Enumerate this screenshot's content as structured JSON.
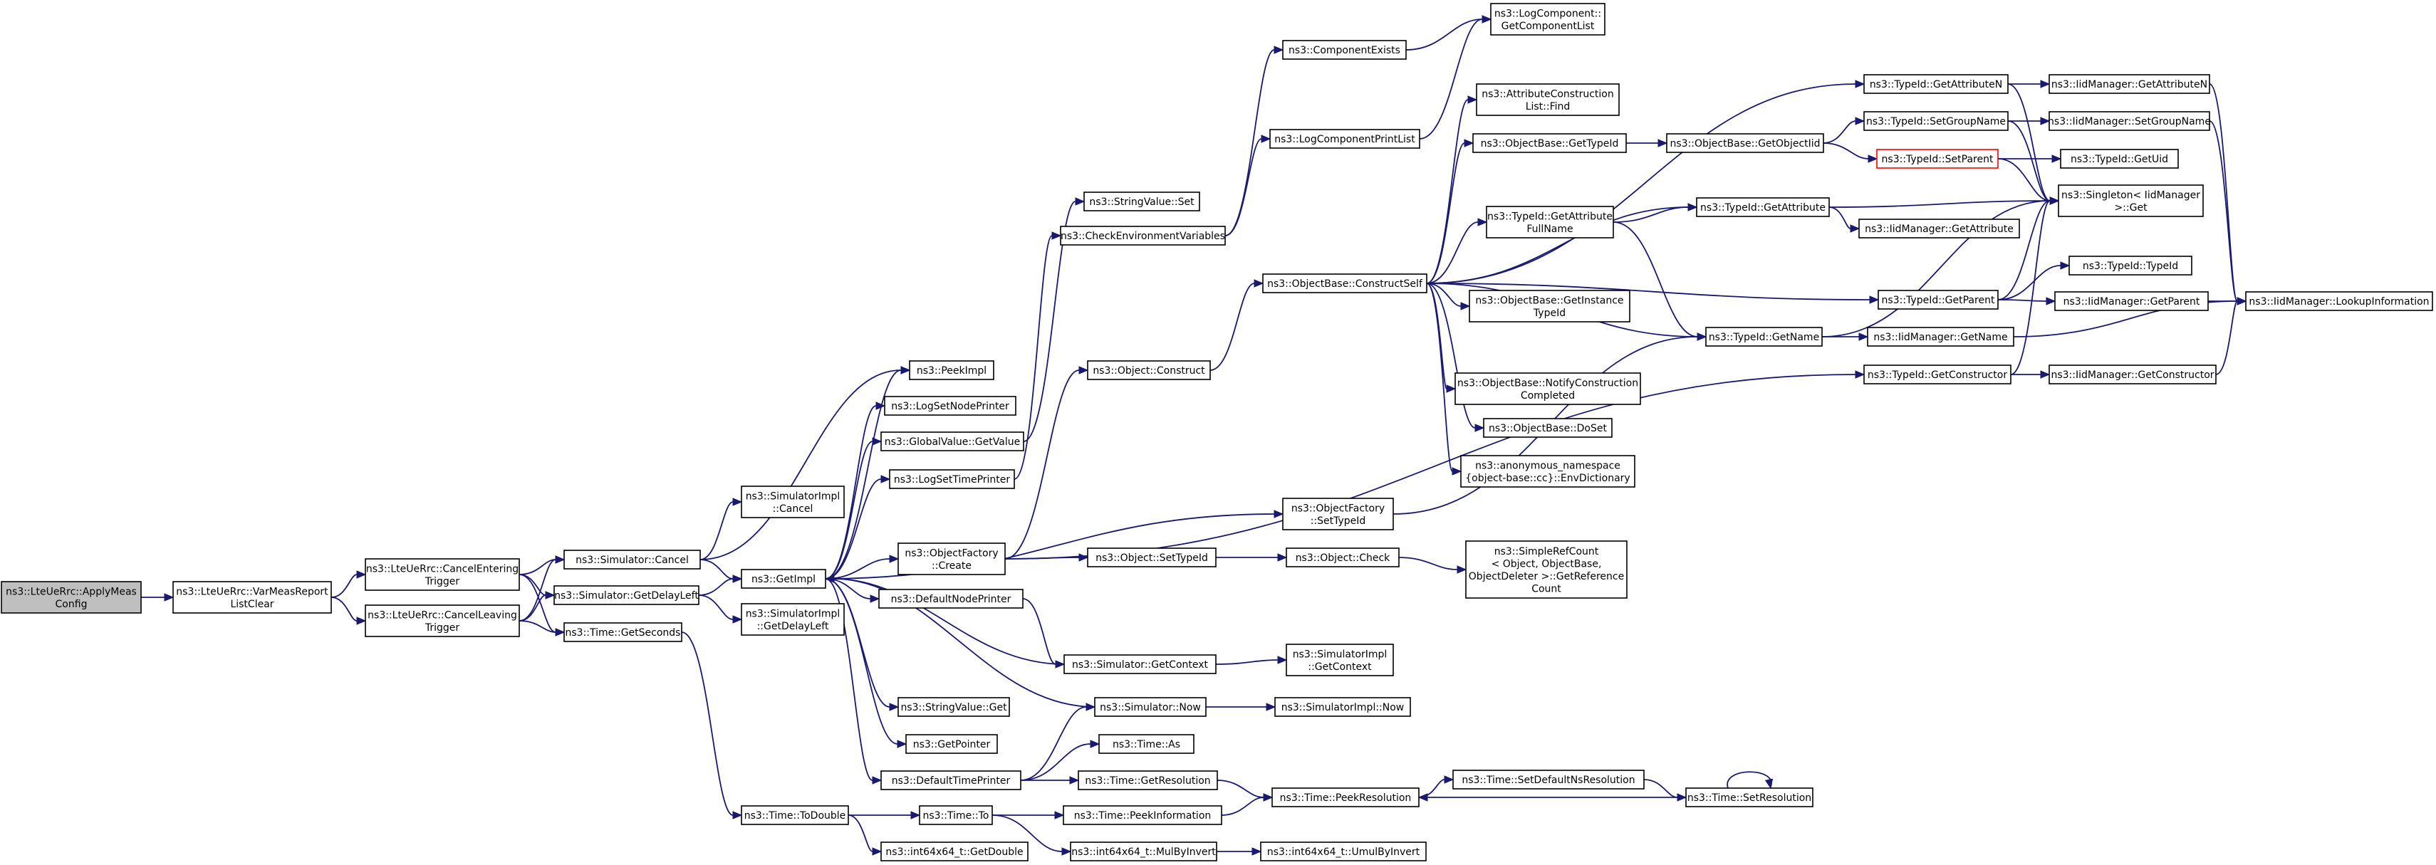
{
  "graph": {
    "nodes": [
      {
        "id": "applyMeas",
        "lines": [
          "ns3::LteUeRrc::ApplyMeas",
          "Config"
        ],
        "style": "root"
      },
      {
        "id": "varMeasReport",
        "lines": [
          "ns3::LteUeRrc::VarMeasReport",
          "ListClear"
        ]
      },
      {
        "id": "cancelEntering",
        "lines": [
          "ns3::LteUeRrc::CancelEntering",
          "Trigger"
        ]
      },
      {
        "id": "cancelLeaving",
        "lines": [
          "ns3::LteUeRrc::CancelLeaving",
          "Trigger"
        ]
      },
      {
        "id": "simCancel",
        "lines": [
          "ns3::Simulator::Cancel"
        ]
      },
      {
        "id": "simGetDelayLeft",
        "lines": [
          "ns3::Simulator::GetDelayLeft"
        ]
      },
      {
        "id": "timeGetSeconds",
        "lines": [
          "ns3::Time::GetSeconds"
        ]
      },
      {
        "id": "simImplCancel",
        "lines": [
          "ns3::SimulatorImpl",
          "::Cancel"
        ]
      },
      {
        "id": "getImpl",
        "lines": [
          "ns3::GetImpl"
        ]
      },
      {
        "id": "simImplGetDelayLeft",
        "lines": [
          "ns3::SimulatorImpl",
          "::GetDelayLeft"
        ]
      },
      {
        "id": "timeToDouble",
        "lines": [
          "ns3::Time::ToDouble"
        ]
      },
      {
        "id": "peekImpl",
        "lines": [
          "ns3::PeekImpl"
        ]
      },
      {
        "id": "logSetNodePrinter",
        "lines": [
          "ns3::LogSetNodePrinter"
        ]
      },
      {
        "id": "globalValueGetValue",
        "lines": [
          "ns3::GlobalValue::GetValue"
        ]
      },
      {
        "id": "logSetTimePrinter",
        "lines": [
          "ns3::LogSetTimePrinter"
        ]
      },
      {
        "id": "objectFactoryCreate",
        "lines": [
          "ns3::ObjectFactory",
          "::Create"
        ]
      },
      {
        "id": "defaultNodePrinter",
        "lines": [
          "ns3::DefaultNodePrinter"
        ]
      },
      {
        "id": "stringValueGet",
        "lines": [
          "ns3::StringValue::Get"
        ]
      },
      {
        "id": "getPointer",
        "lines": [
          "ns3::GetPointer"
        ]
      },
      {
        "id": "defaultTimePrinter",
        "lines": [
          "ns3::DefaultTimePrinter"
        ]
      },
      {
        "id": "timeTo",
        "lines": [
          "ns3::Time::To"
        ]
      },
      {
        "id": "int64GetDouble",
        "lines": [
          "ns3::int64x64_t::GetDouble"
        ]
      },
      {
        "id": "stringValueSet",
        "lines": [
          "ns3::StringValue::Set"
        ]
      },
      {
        "id": "checkEnvVars",
        "lines": [
          "ns3::CheckEnvironmentVariables"
        ]
      },
      {
        "id": "objectConstruct",
        "lines": [
          "ns3::Object::Construct"
        ]
      },
      {
        "id": "objectSetTypeId",
        "lines": [
          "ns3::Object::SetTypeId"
        ]
      },
      {
        "id": "simGetContext",
        "lines": [
          "ns3::Simulator::GetContext"
        ]
      },
      {
        "id": "simNow",
        "lines": [
          "ns3::Simulator::Now"
        ]
      },
      {
        "id": "timeAs",
        "lines": [
          "ns3::Time::As"
        ]
      },
      {
        "id": "timeGetResolution",
        "lines": [
          "ns3::Time::GetResolution"
        ]
      },
      {
        "id": "timePeekInformation",
        "lines": [
          "ns3::Time::PeekInformation"
        ]
      },
      {
        "id": "int64MulByInvert",
        "lines": [
          "ns3::int64x64_t::MulByInvert"
        ]
      },
      {
        "id": "componentExists",
        "lines": [
          "ns3::ComponentExists"
        ]
      },
      {
        "id": "logComponentPrintList",
        "lines": [
          "ns3::LogComponentPrintList"
        ]
      },
      {
        "id": "objectBaseConstructSelf",
        "lines": [
          "ns3::ObjectBase::ConstructSelf"
        ]
      },
      {
        "id": "objectFactorySetTypeId",
        "lines": [
          "ns3::ObjectFactory",
          "::SetTypeId"
        ]
      },
      {
        "id": "objectCheck",
        "lines": [
          "ns3::Object::Check"
        ]
      },
      {
        "id": "simImplGetContext",
        "lines": [
          "ns3::SimulatorImpl",
          "::GetContext"
        ]
      },
      {
        "id": "simImplNow",
        "lines": [
          "ns3::SimulatorImpl::Now"
        ]
      },
      {
        "id": "timePeekResolution",
        "lines": [
          "ns3::Time::PeekResolution"
        ]
      },
      {
        "id": "int64UmulByInvert",
        "lines": [
          "ns3::int64x64_t::UmulByInvert"
        ]
      },
      {
        "id": "logComponentGetList",
        "lines": [
          "ns3::LogComponent::",
          "GetComponentList"
        ]
      },
      {
        "id": "attrConstructionFind",
        "lines": [
          "ns3::AttributeConstruction",
          "List::Find"
        ]
      },
      {
        "id": "objectBaseGetTypeId",
        "lines": [
          "ns3::ObjectBase::GetTypeId"
        ]
      },
      {
        "id": "typeIdGetAttributeFullName",
        "lines": [
          "ns3::TypeId::GetAttribute",
          "FullName"
        ]
      },
      {
        "id": "objectBaseGetInstanceTypeId",
        "lines": [
          "ns3::ObjectBase::GetInstance",
          "TypeId"
        ]
      },
      {
        "id": "objectBaseNotifyConstructionCompleted",
        "lines": [
          "ns3::ObjectBase::NotifyConstruction",
          "Completed"
        ]
      },
      {
        "id": "objectBaseDoSet",
        "lines": [
          "ns3::ObjectBase::DoSet"
        ]
      },
      {
        "id": "envDictionary",
        "lines": [
          "ns3::anonymous_namespace",
          "{object-base::cc}::EnvDictionary"
        ]
      },
      {
        "id": "simpleRefCountGetRefCount",
        "lines": [
          "ns3::SimpleRefCount",
          "< Object, ObjectBase,",
          "ObjectDeleter >::GetReference",
          "Count"
        ]
      },
      {
        "id": "timeSetDefaultNsResolution",
        "lines": [
          "ns3::Time::SetDefaultNsResolution"
        ]
      },
      {
        "id": "objectBaseGetObjectIid",
        "lines": [
          "ns3::ObjectBase::GetObjectIid"
        ]
      },
      {
        "id": "typeIdGetAttribute",
        "lines": [
          "ns3::TypeId::GetAttribute"
        ]
      },
      {
        "id": "typeIdGetName",
        "lines": [
          "ns3::TypeId::GetName"
        ]
      },
      {
        "id": "timeSetResolution",
        "lines": [
          "ns3::Time::SetResolution"
        ]
      },
      {
        "id": "typeIdGetAttributeN",
        "lines": [
          "ns3::TypeId::GetAttributeN"
        ]
      },
      {
        "id": "typeIdSetGroupName",
        "lines": [
          "ns3::TypeId::SetGroupName"
        ]
      },
      {
        "id": "typeIdSetParent",
        "lines": [
          "ns3::TypeId::SetParent"
        ],
        "style": "red"
      },
      {
        "id": "typeIdGetParent",
        "lines": [
          "ns3::TypeId::GetParent"
        ]
      },
      {
        "id": "typeIdGetConstructor",
        "lines": [
          "ns3::TypeId::GetConstructor"
        ]
      },
      {
        "id": "iidManagerGetAttribute",
        "lines": [
          "ns3::IidManager::GetAttribute"
        ]
      },
      {
        "id": "iidManagerGetName",
        "lines": [
          "ns3::IidManager::GetName"
        ]
      },
      {
        "id": "iidManagerGetAttributeN",
        "lines": [
          "ns3::IidManager::GetAttributeN"
        ]
      },
      {
        "id": "iidManagerSetGroupName",
        "lines": [
          "ns3::IidManager::SetGroupName"
        ]
      },
      {
        "id": "typeIdGetUid",
        "lines": [
          "ns3::TypeId::GetUid"
        ]
      },
      {
        "id": "singletonGet",
        "lines": [
          "ns3::Singleton< IidManager",
          ">::Get"
        ]
      },
      {
        "id": "typeIdTypeId",
        "lines": [
          "ns3::TypeId::TypeId"
        ]
      },
      {
        "id": "iidManagerGetParent",
        "lines": [
          "ns3::IidManager::GetParent"
        ]
      },
      {
        "id": "iidManagerGetConstructor",
        "lines": [
          "ns3::IidManager::GetConstructor"
        ]
      },
      {
        "id": "iidManagerLookupInformation",
        "lines": [
          "ns3::IidManager::LookupInformation"
        ]
      }
    ],
    "edges": [
      [
        "applyMeas",
        "varMeasReport"
      ],
      [
        "varMeasReport",
        "cancelEntering"
      ],
      [
        "varMeasReport",
        "cancelLeaving"
      ],
      [
        "cancelEntering",
        "simCancel"
      ],
      [
        "cancelEntering",
        "simGetDelayLeft"
      ],
      [
        "cancelEntering",
        "timeGetSeconds"
      ],
      [
        "cancelLeaving",
        "simCancel"
      ],
      [
        "cancelLeaving",
        "simGetDelayLeft"
      ],
      [
        "cancelLeaving",
        "timeGetSeconds"
      ],
      [
        "simCancel",
        "simImplCancel"
      ],
      [
        "simCancel",
        "getImpl"
      ],
      [
        "simCancel",
        "peekImpl"
      ],
      [
        "simGetDelayLeft",
        "getImpl"
      ],
      [
        "simGetDelayLeft",
        "simImplGetDelayLeft"
      ],
      [
        "timeGetSeconds",
        "timeToDouble"
      ],
      [
        "getImpl",
        "peekImpl"
      ],
      [
        "getImpl",
        "logSetNodePrinter"
      ],
      [
        "getImpl",
        "globalValueGetValue"
      ],
      [
        "getImpl",
        "logSetTimePrinter"
      ],
      [
        "getImpl",
        "objectFactoryCreate"
      ],
      [
        "getImpl",
        "defaultNodePrinter"
      ],
      [
        "getImpl",
        "stringValueGet"
      ],
      [
        "getImpl",
        "getPointer"
      ],
      [
        "getImpl",
        "defaultTimePrinter"
      ],
      [
        "getImpl",
        "objectFactorySetTypeId"
      ],
      [
        "globalValueGetValue",
        "stringValueSet"
      ],
      [
        "logSetTimePrinter",
        "checkEnvVars"
      ],
      [
        "objectFactoryCreate",
        "objectConstruct"
      ],
      [
        "objectFactoryCreate",
        "objectSetTypeId"
      ],
      [
        "objectFactoryCreate",
        "typeIdGetConstructor"
      ],
      [
        "defaultNodePrinter",
        "simGetContext"
      ],
      [
        "defaultTimePrinter",
        "simNow"
      ],
      [
        "defaultTimePrinter",
        "timeAs"
      ],
      [
        "defaultTimePrinter",
        "timeGetResolution"
      ],
      [
        "simGetContext",
        "getImpl"
      ],
      [
        "simGetContext",
        "simImplGetContext"
      ],
      [
        "simNow",
        "getImpl"
      ],
      [
        "simNow",
        "simImplNow"
      ],
      [
        "timeToDouble",
        "timeTo"
      ],
      [
        "timeToDouble",
        "int64GetDouble"
      ],
      [
        "timeTo",
        "timePeekInformation"
      ],
      [
        "timeTo",
        "int64MulByInvert"
      ],
      [
        "timeGetResolution",
        "timePeekResolution"
      ],
      [
        "timePeekInformation",
        "timePeekResolution"
      ],
      [
        "int64MulByInvert",
        "int64UmulByInvert"
      ],
      [
        "checkEnvVars",
        "componentExists"
      ],
      [
        "checkEnvVars",
        "logComponentPrintList"
      ],
      [
        "componentExists",
        "logComponentGetList"
      ],
      [
        "logComponentPrintList",
        "logComponentGetList"
      ],
      [
        "objectConstruct",
        "objectBaseConstructSelf"
      ],
      [
        "objectSetTypeId",
        "objectCheck"
      ],
      [
        "objectCheck",
        "simpleRefCountGetRefCount"
      ],
      [
        "objectFactorySetTypeId",
        "typeIdGetName"
      ],
      [
        "objectBaseConstructSelf",
        "attrConstructionFind"
      ],
      [
        "objectBaseConstructSelf",
        "objectBaseGetTypeId"
      ],
      [
        "objectBaseConstructSelf",
        "typeIdGetAttributeFullName"
      ],
      [
        "objectBaseConstructSelf",
        "objectBaseGetInstanceTypeId"
      ],
      [
        "objectBaseConstructSelf",
        "objectBaseNotifyConstructionCompleted"
      ],
      [
        "objectBaseConstructSelf",
        "objectBaseDoSet"
      ],
      [
        "objectBaseConstructSelf",
        "envDictionary"
      ],
      [
        "objectBaseConstructSelf",
        "typeIdGetAttribute"
      ],
      [
        "objectBaseConstructSelf",
        "typeIdGetName"
      ],
      [
        "objectBaseConstructSelf",
        "typeIdGetAttributeN"
      ],
      [
        "objectBaseConstructSelf",
        "typeIdGetParent"
      ],
      [
        "objectBaseGetTypeId",
        "objectBaseGetObjectIid"
      ],
      [
        "objectBaseGetObjectIid",
        "typeIdSetGroupName"
      ],
      [
        "objectBaseGetObjectIid",
        "typeIdSetParent"
      ],
      [
        "typeIdGetAttributeFullName",
        "typeIdGetAttribute"
      ],
      [
        "typeIdGetAttributeFullName",
        "typeIdGetName"
      ],
      [
        "typeIdGetAttribute",
        "iidManagerGetAttribute"
      ],
      [
        "typeIdGetAttribute",
        "singletonGet"
      ],
      [
        "typeIdGetName",
        "iidManagerGetName"
      ],
      [
        "typeIdGetName",
        "singletonGet"
      ],
      [
        "typeIdGetAttributeN",
        "iidManagerGetAttributeN"
      ],
      [
        "typeIdGetAttributeN",
        "singletonGet"
      ],
      [
        "typeIdSetGroupName",
        "iidManagerSetGroupName"
      ],
      [
        "typeIdSetGroupName",
        "singletonGet"
      ],
      [
        "typeIdSetParent",
        "typeIdGetUid"
      ],
      [
        "typeIdSetParent",
        "singletonGet"
      ],
      [
        "typeIdGetParent",
        "typeIdTypeId"
      ],
      [
        "typeIdGetParent",
        "iidManagerGetParent"
      ],
      [
        "typeIdGetParent",
        "singletonGet"
      ],
      [
        "typeIdGetConstructor",
        "iidManagerGetConstructor"
      ],
      [
        "typeIdGetConstructor",
        "singletonGet"
      ],
      [
        "iidManagerGetName",
        "iidManagerLookupInformation"
      ],
      [
        "iidManagerGetAttributeN",
        "iidManagerLookupInformation"
      ],
      [
        "iidManagerSetGroupName",
        "iidManagerLookupInformation"
      ],
      [
        "iidManagerGetParent",
        "iidManagerLookupInformation"
      ],
      [
        "iidManagerGetConstructor",
        "iidManagerLookupInformation"
      ],
      [
        "timePeekResolution",
        "timeSetDefaultNsResolution"
      ],
      [
        "timeSetDefaultNsResolution",
        "timeSetResolution"
      ],
      [
        "timeSetResolution",
        "timePeekResolution"
      ],
      [
        "timeSetResolution",
        "timeSetResolution"
      ]
    ],
    "colors": {
      "edge": "#191970",
      "root_fill": "#bfbfbf",
      "highlight_border": "#ff0000"
    }
  }
}
